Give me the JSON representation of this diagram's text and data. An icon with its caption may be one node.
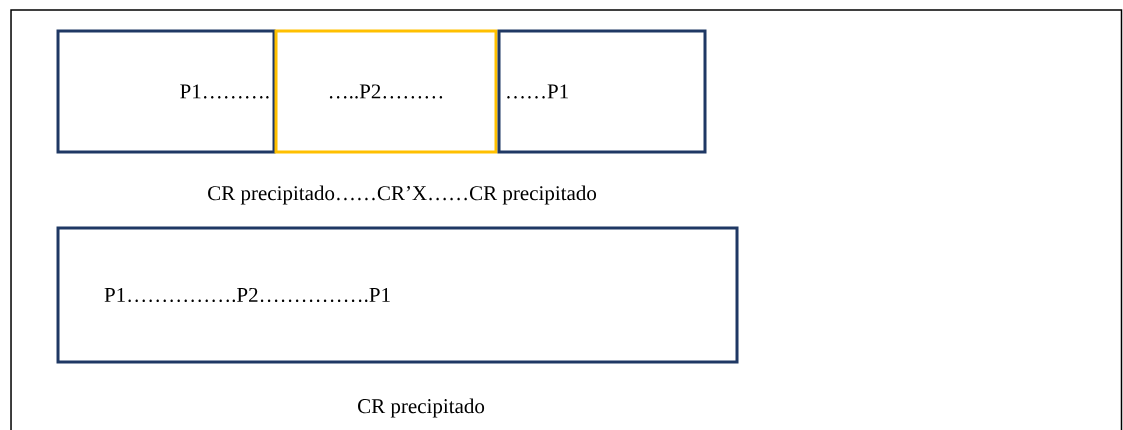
{
  "diagram": {
    "nodes": [
      {
        "text": [
          "P1………."
        ]
      },
      {
        "text": [
          "…..P2………"
        ]
      },
      {
        "text": [
          "……P1"
        ]
      },
      {
        "text": [
          "P1…………….P2…………….P1"
        ]
      }
    ],
    "labels": [
      "CR precipitado……CR’X……CR precipitado",
      "CR precipitado"
    ]
  }
}
